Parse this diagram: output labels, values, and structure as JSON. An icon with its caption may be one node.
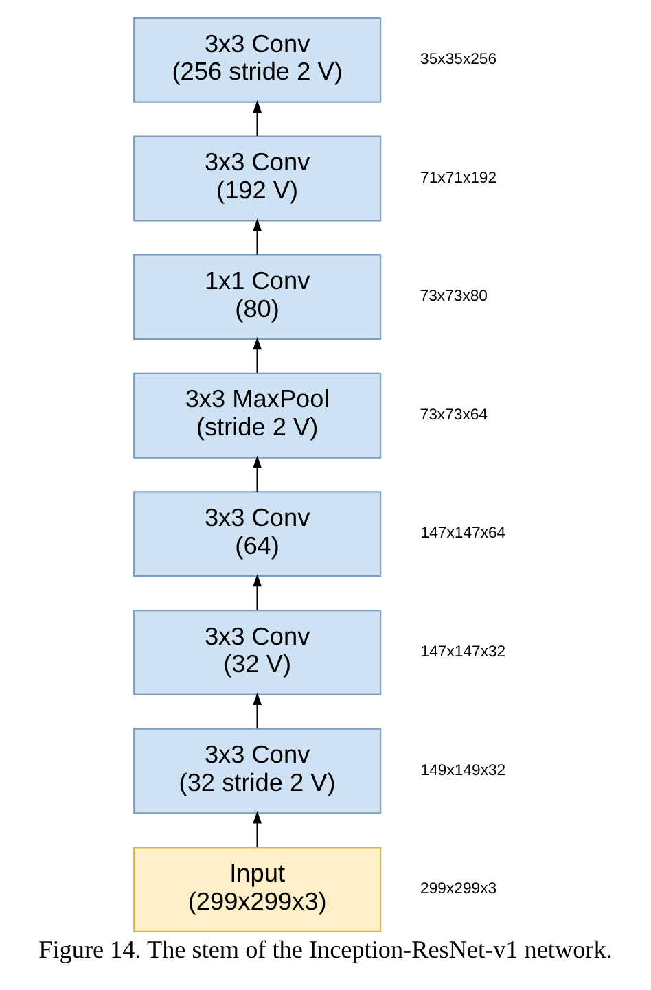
{
  "diagram": {
    "caption": "Figure 14. The stem of the Inception-ResNet-v1 network.",
    "nodes": [
      {
        "text": [
          "3x3 Conv (256 stride 2 V)"
        ],
        "beside": [
          "35x35x256"
        ]
      },
      {
        "text": [
          "3x3 Conv (192 V)"
        ],
        "beside": [
          "71x71x192"
        ]
      },
      {
        "text": [
          "1x1 Conv (80)"
        ],
        "beside": [
          "73x73x80"
        ]
      },
      {
        "text": [
          "3x3 MaxPool (stride 2 V)"
        ],
        "beside": [
          "73x73x64"
        ]
      },
      {
        "text": [
          "3x3 Conv (64)"
        ],
        "beside": [
          "147x147x64"
        ]
      },
      {
        "text": [
          "3x3 Conv (32 V)"
        ],
        "beside": [
          "147x147x32"
        ]
      },
      {
        "text": [
          "3x3 Conv (32 stride 2 V)"
        ],
        "beside": [
          "149x149x32"
        ]
      },
      {
        "text": [
          "Input (299x299x3)"
        ],
        "beside": [
          "299x299x3"
        ]
      }
    ],
    "edges": [
      {
        "from": 7,
        "to": 6,
        "arrow": "to"
      },
      {
        "from": 6,
        "to": 5,
        "arrow": "to"
      },
      {
        "from": 5,
        "to": 4,
        "arrow": "to"
      },
      {
        "from": 4,
        "to": 3,
        "arrow": "to"
      },
      {
        "from": 3,
        "to": 2,
        "arrow": "to"
      },
      {
        "from": 2,
        "to": 1,
        "arrow": "to"
      },
      {
        "from": 1,
        "to": 0,
        "arrow": "to"
      }
    ]
  }
}
